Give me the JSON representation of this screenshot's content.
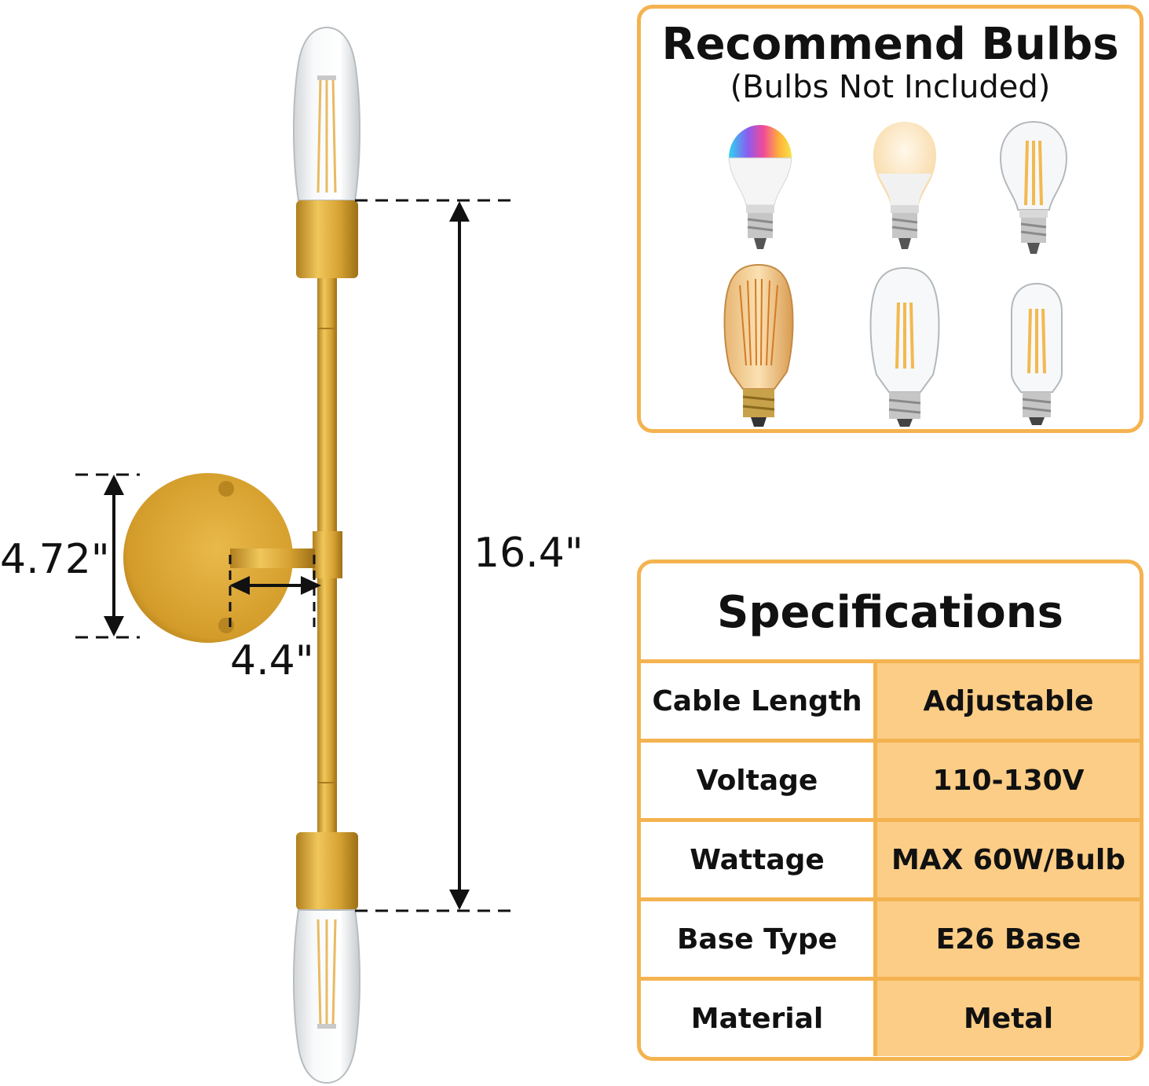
{
  "dimensions": {
    "height_label": "16.4\"",
    "backplate_label": "4.72\"",
    "extension_label": "4.4\""
  },
  "bulbs": {
    "title": "Recommend Bulbs",
    "subtitle": "(Bulbs Not Included)",
    "items": [
      {
        "name": "rgb-smart-bulb-icon"
      },
      {
        "name": "warm-frosted-bulb-icon"
      },
      {
        "name": "clear-a19-filament-bulb-icon"
      },
      {
        "name": "amber-vintage-bulb-icon"
      },
      {
        "name": "clear-st64-filament-bulb-icon"
      },
      {
        "name": "clear-t45-tube-bulb-icon"
      }
    ]
  },
  "specs": {
    "title": "Specifications",
    "rows": [
      {
        "key": "Cable Length",
        "value": "Adjustable"
      },
      {
        "key": "Voltage",
        "value": "110-130V"
      },
      {
        "key": "Wattage",
        "value": "MAX 60W/Bulb"
      },
      {
        "key": "Base Type",
        "value": "E26 Base"
      },
      {
        "key": "Material",
        "value": "Metal"
      }
    ]
  },
  "colors": {
    "accent": "#f4b350",
    "value_fill": "#fbcd86",
    "brass": "#d9a431"
  }
}
